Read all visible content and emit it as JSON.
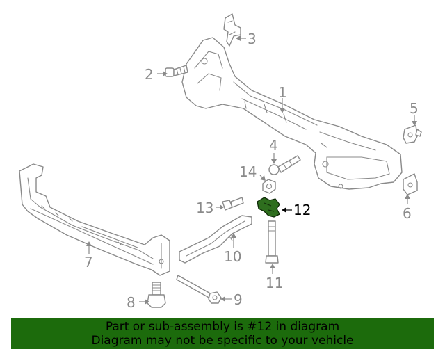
{
  "callouts": {
    "c1": "1",
    "c2": "2",
    "c3": "3",
    "c4": "4",
    "c5": "5",
    "c6": "6",
    "c7": "7",
    "c8": "8",
    "c9": "9",
    "c10": "10",
    "c11": "11",
    "c12": "12",
    "c13": "13",
    "c14": "14"
  },
  "highlighted_part": "12",
  "colors": {
    "highlight": "#2e6e1e",
    "banner": "#1c6b0c",
    "line": "#8a8a8a"
  },
  "banner": {
    "line1": "Part or sub-assembly is #12 in diagram",
    "line2": "Diagram may not be specific to your vehicle"
  }
}
